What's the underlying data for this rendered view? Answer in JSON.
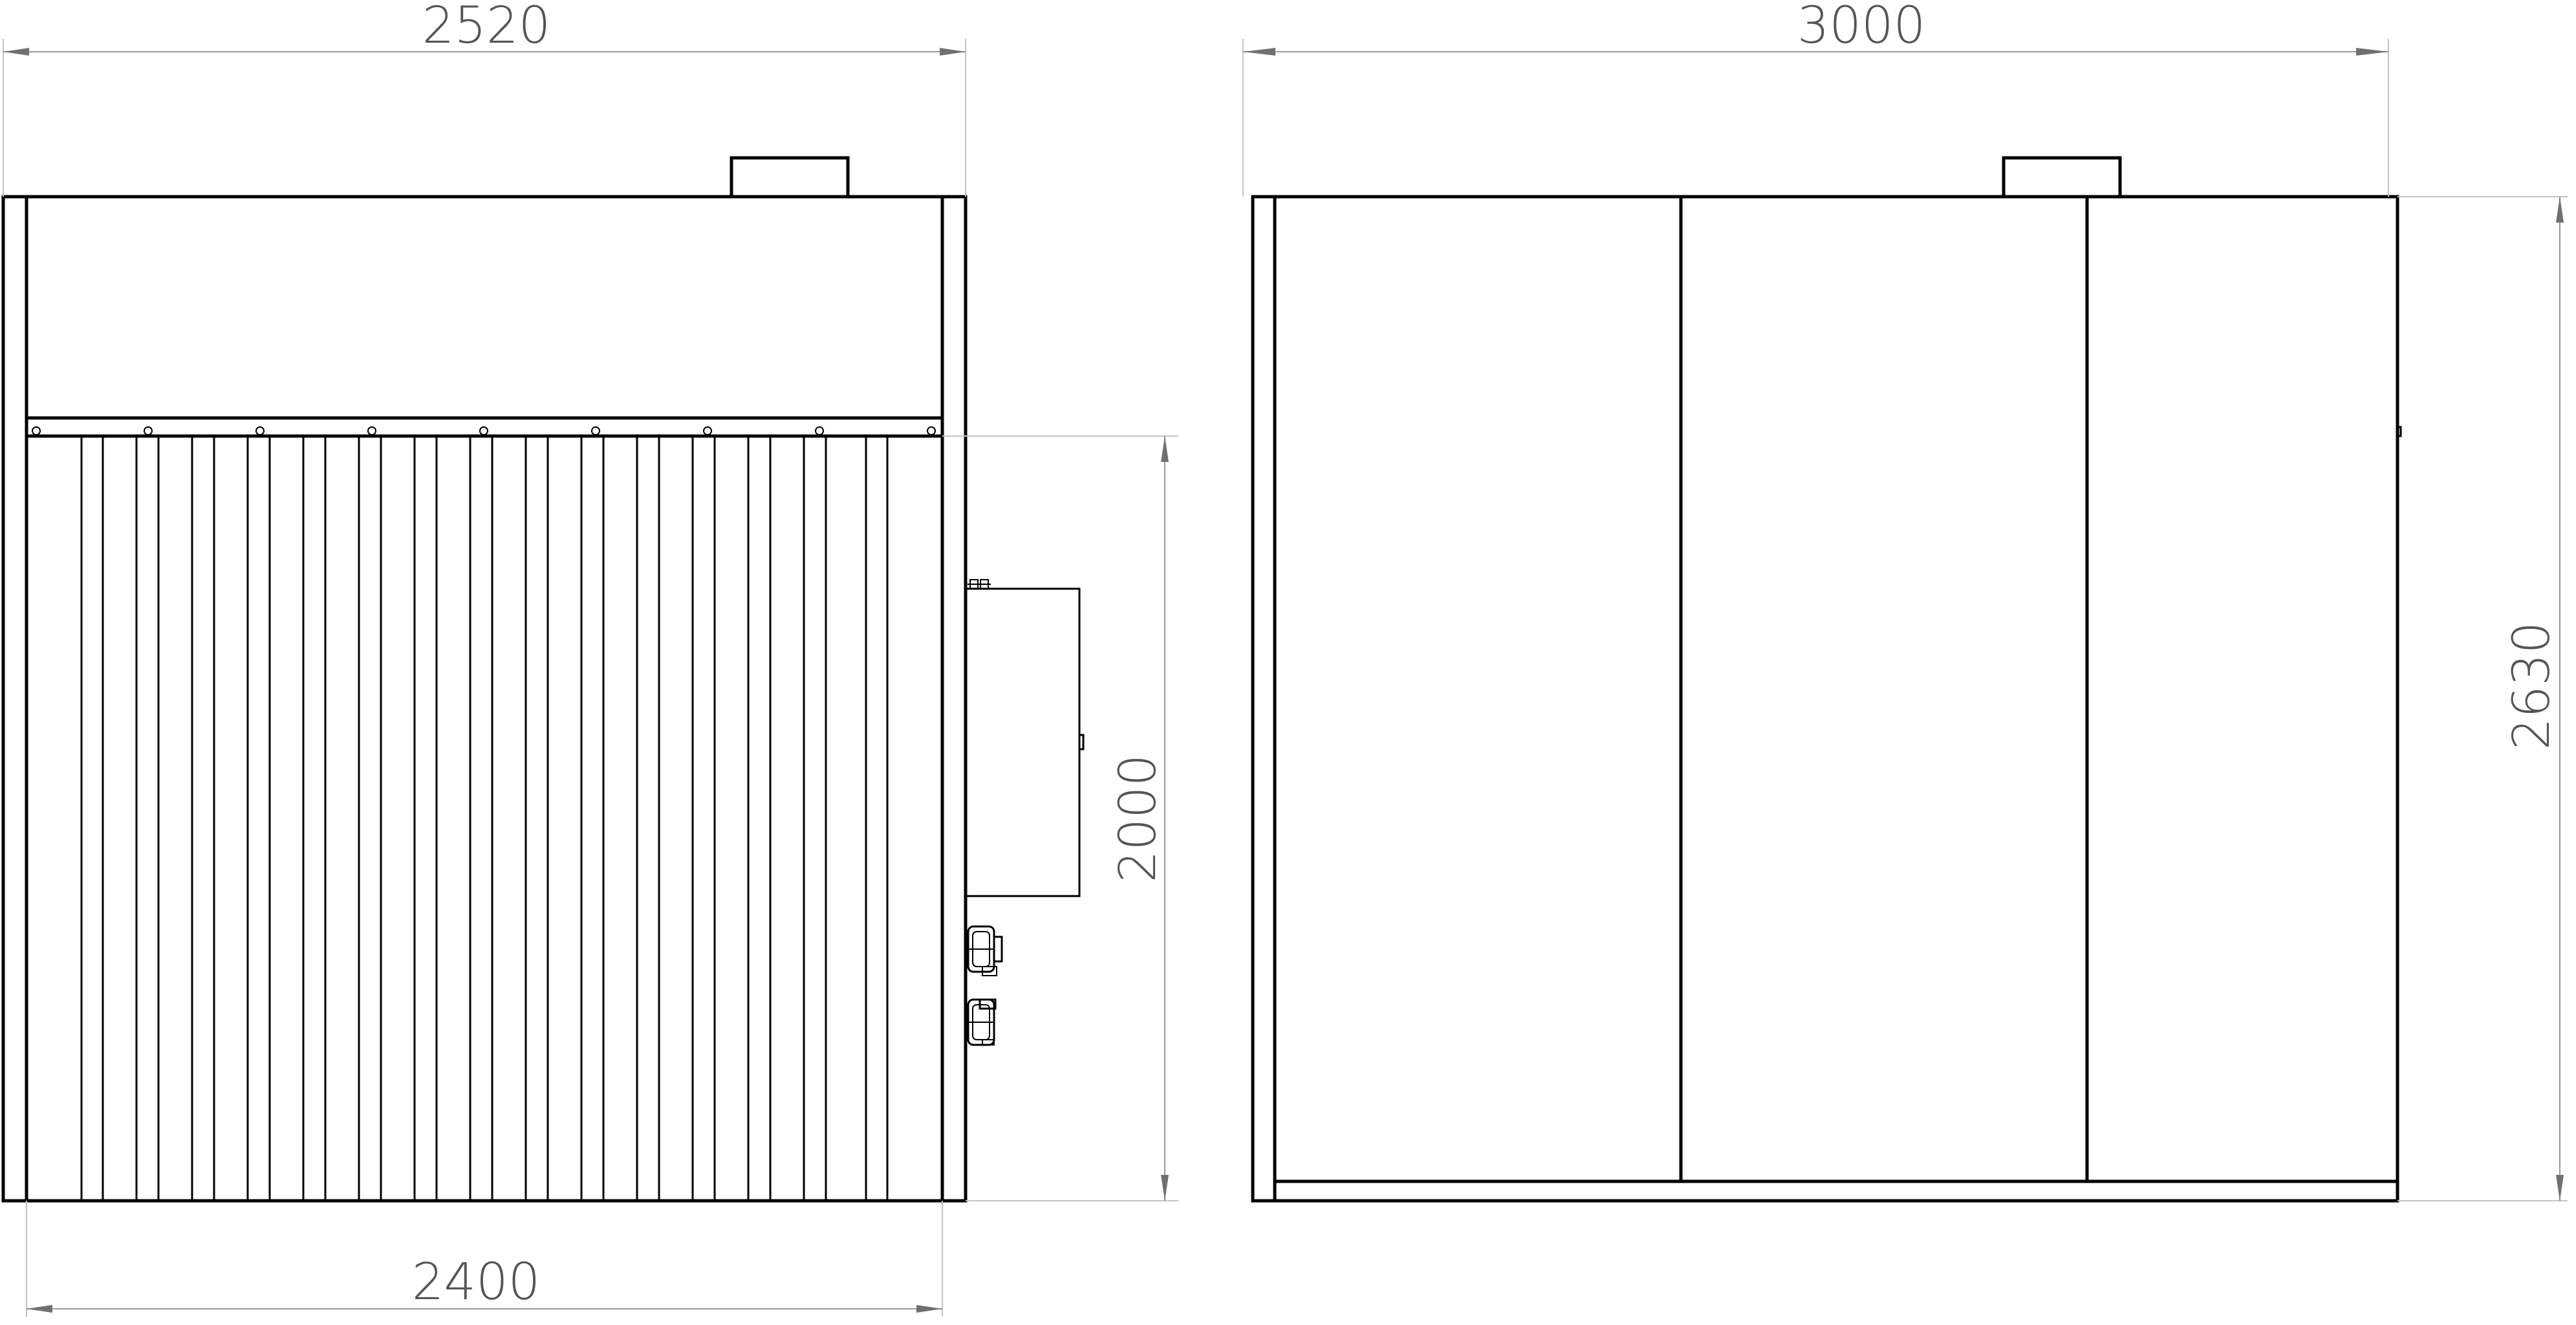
{
  "dimensions": {
    "side_total_width": "2520",
    "side_inner_width": "2400",
    "side_height": "2000",
    "front_width": "3000",
    "front_height": "2630"
  },
  "colors": {
    "line": "#000000",
    "dimension": "#9a9a9a",
    "dimension_text": "#555555",
    "background": "#ffffff"
  }
}
